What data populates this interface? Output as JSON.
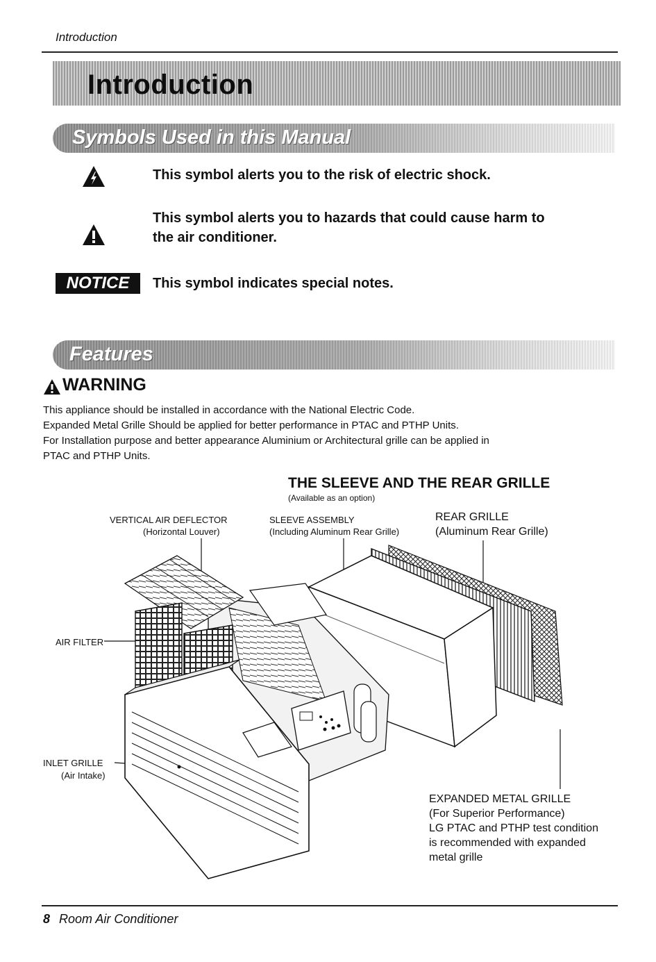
{
  "header": {
    "running_title": "Introduction"
  },
  "banner": {
    "title": "Introduction"
  },
  "symbols_section": {
    "title": "Symbols Used in this Manual",
    "items": [
      {
        "icon": "electric-shock-warning-icon",
        "text": "This symbol alerts you to the risk of electric shock."
      },
      {
        "icon": "hazard-warning-icon",
        "text_line1": "This symbol alerts you to hazards that could cause harm to",
        "text_line2": "the air conditioner."
      },
      {
        "badge": "NOTICE",
        "text": "This symbol indicates special notes."
      }
    ]
  },
  "features_section": {
    "title": "Features",
    "warning": {
      "heading": "WARNING",
      "lines": [
        "This appliance should be installed in accordance with the National Electric Code.",
        "Expanded Metal Grille Should be applied for better  performance in PTAC and PTHP Units.",
        "For Installation purpose and better appearance  Aluminium or Architectural grille can be applied in",
        "PTAC and PTHP Units."
      ]
    }
  },
  "figure": {
    "title": "THE SLEEVE AND THE REAR GRILLE",
    "subtitle": "(Available as an option)",
    "labels": {
      "vertical_deflector": "VERTICAL AIR DEFLECTOR",
      "vertical_deflector_sub": "(Horizontal Louver)",
      "sleeve": "SLEEVE ASSEMBLY",
      "sleeve_sub": "(Including Aluminum Rear Grille)",
      "rear_grille": "REAR GRILLE",
      "rear_grille_sub": "(Aluminum Rear Grille)",
      "air_filter": "AIR FILTER",
      "inlet_grille": "INLET GRILLE",
      "inlet_grille_sub": "(Air Intake)",
      "expanded_grille": "EXPANDED METAL GRILLE",
      "expanded_grille_l1": "(For Superior Performance)",
      "expanded_grille_l2": "LG PTAC and PTHP test condition",
      "expanded_grille_l3": "is recommended with expanded",
      "expanded_grille_l4": "metal grille"
    }
  },
  "footer": {
    "page_number": "8",
    "text": "Room Air Conditioner"
  }
}
